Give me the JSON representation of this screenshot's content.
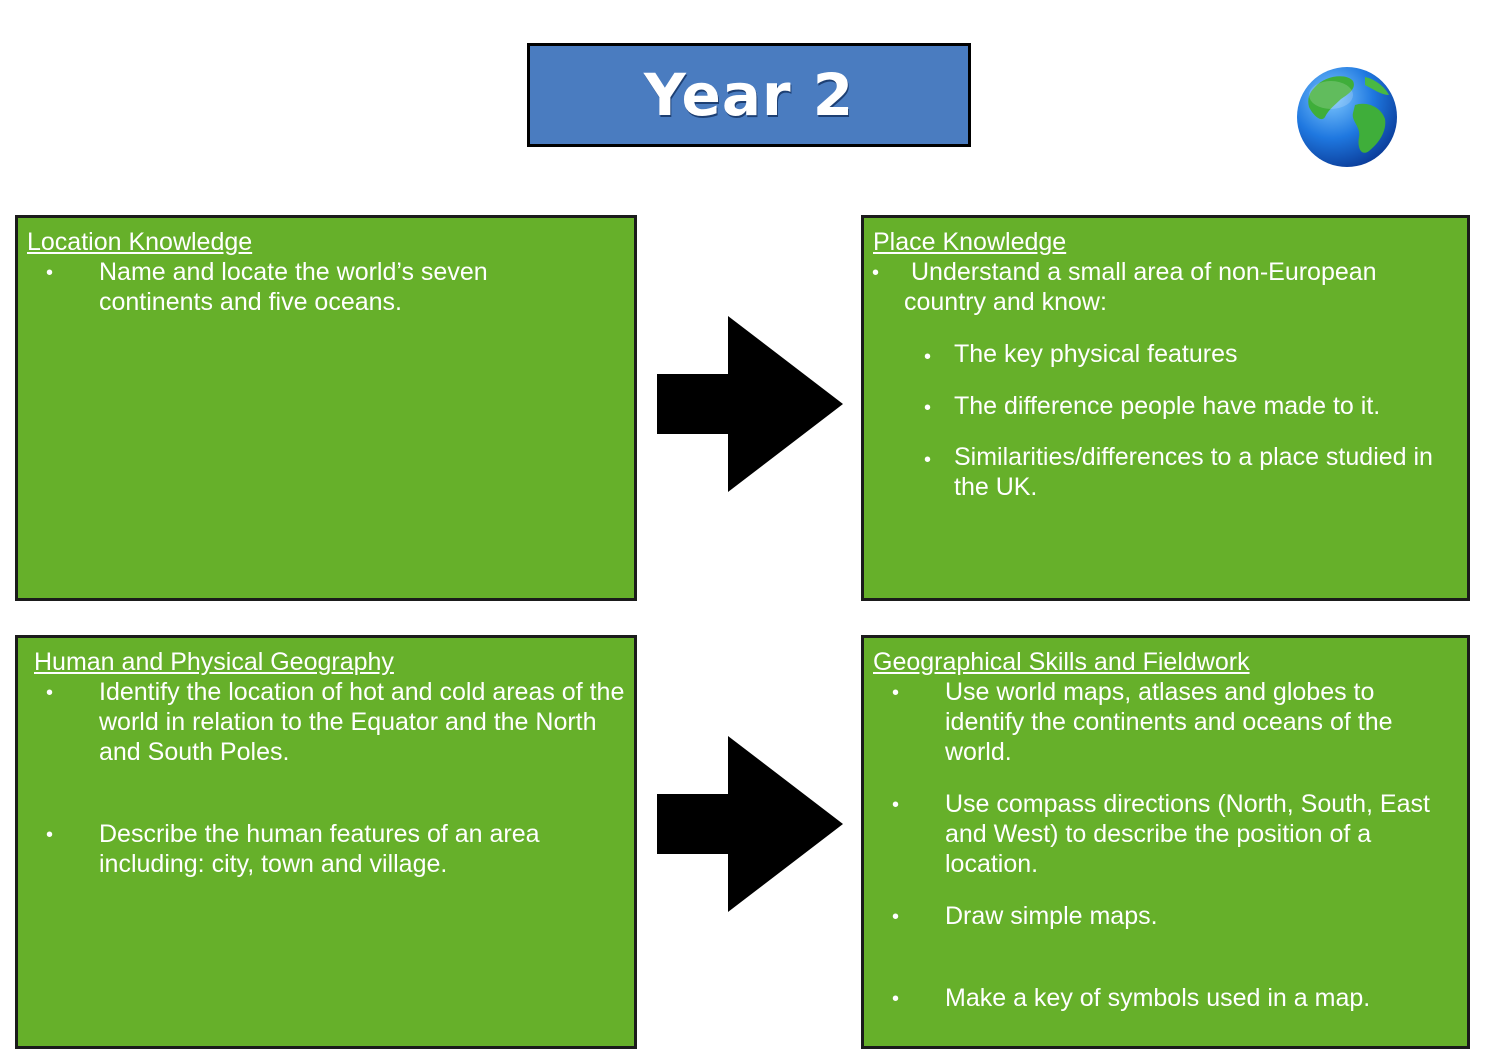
{
  "title": "Year 2",
  "colors": {
    "title_bg": "#4a7cc0",
    "panel_bg": "#66b02a",
    "arrow": "#000000"
  },
  "icons": {
    "globe": "globe-icon",
    "arrow": "right-arrow-icon"
  },
  "location": {
    "heading": "Location Knowledge",
    "items": [
      "Name and locate the world’s seven continents and five oceans."
    ]
  },
  "place": {
    "heading": "Place Knowledge",
    "intro": "Understand a small area of non-European country and know:",
    "subitems": [
      "The key physical features",
      "The difference people have made to it.",
      "Similarities/differences to a place studied in the UK."
    ]
  },
  "human": {
    "heading": "Human and Physical Geography",
    "items": [
      "Identify the location of hot and cold areas of the world in relation to the Equator and the North and South Poles.",
      "Describe the human features of an area including: city, town and village."
    ]
  },
  "skills": {
    "heading": "Geographical Skills and Fieldwork",
    "items": [
      "Use world maps, atlases and globes to identify the continents and oceans of the world.",
      "Use compass directions (North, South, East and West) to describe the position of a location.",
      "Draw simple maps.",
      "Make a key of symbols used in a map."
    ]
  }
}
